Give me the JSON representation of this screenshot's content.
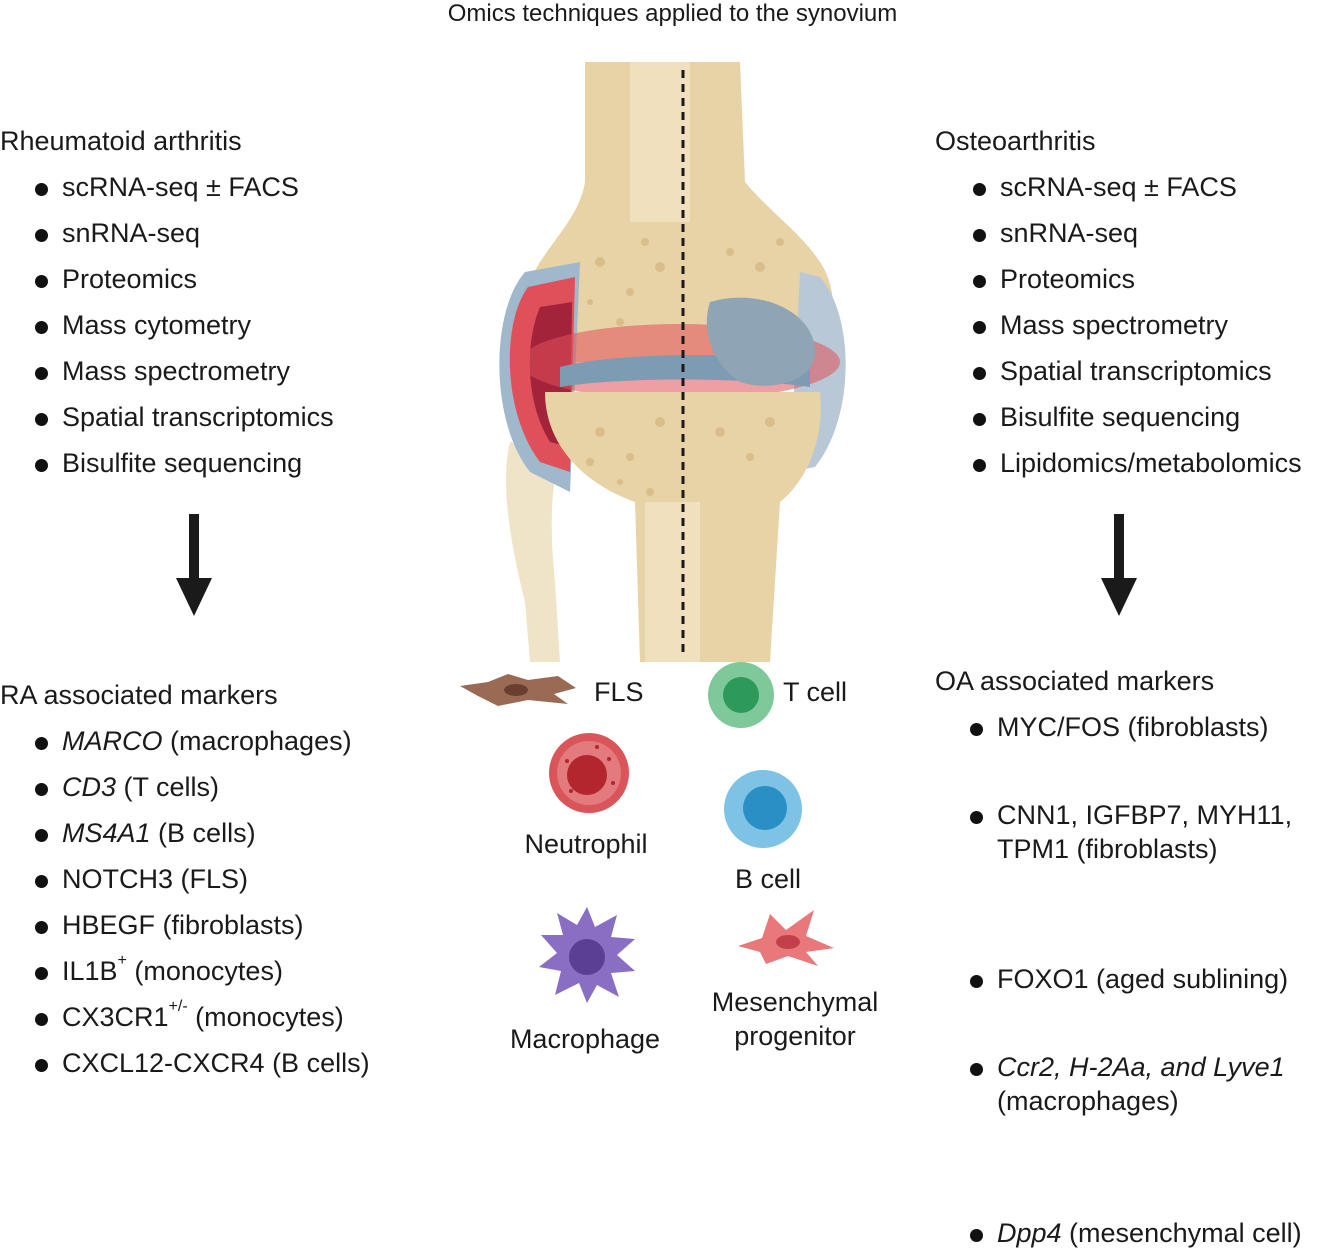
{
  "title": "Omics techniques applied to the synovium",
  "ra": {
    "heading": "Rheumatoid arthritis",
    "techniques": [
      "scRNA-seq ± FACS",
      "snRNA-seq",
      "Proteomics",
      "Mass cytometry",
      "Mass spectrometry",
      "Spatial transcriptomics",
      "Bisulfite sequencing"
    ],
    "markers_heading": "RA associated markers",
    "markers": [
      {
        "gene": "MARCO",
        "rest": " (macrophages)"
      },
      {
        "gene": "CD3",
        "rest": " (T cells)"
      },
      {
        "gene": "MS4A1",
        "rest": " (B cells)"
      },
      {
        "plain": "NOTCH3 (FLS)"
      },
      {
        "plain": "HBEGF (fibroblasts)"
      },
      {
        "pre": "IL1B",
        "sup": "+",
        "post": " (monocytes)"
      },
      {
        "pre": "CX3CR1",
        "sup": "+/-",
        "post": " (monocytes)"
      },
      {
        "plain": "CXCL12-CXCR4 (B cells)"
      }
    ]
  },
  "oa": {
    "heading": "Osteoarthritis",
    "techniques": [
      "scRNA-seq ± FACS",
      "snRNA-seq",
      "Proteomics",
      "Mass spectrometry",
      "Spatial transcriptomics",
      "Bisulfite sequencing",
      "Lipidomics/metabolomics"
    ],
    "markers_heading": "OA associated markers",
    "markers": [
      {
        "line1": "MYC/FOS (fibroblasts)"
      },
      {
        "line1": "CNN1, IGFBP7, MYH11,",
        "line2": "TPM1 (fibroblasts)"
      },
      {
        "line1": "FOXO1 (aged sublining)"
      },
      {
        "line1_it": "Ccr2, H-2Aa, and Lyve1",
        "line2": "(macrophages)"
      },
      {
        "gene": "Dpp4",
        "rest": " (mesenchymal cell)"
      }
    ]
  },
  "cells": {
    "fls": "FLS",
    "t_cell": "T cell",
    "neutrophil": "Neutrophil",
    "b_cell": "B cell",
    "macrophage": "Macrophage",
    "mesenchymal_1": "Mesenchymal",
    "mesenchymal_2": "progenitor"
  },
  "colors": {
    "bone": "#e8d3a6",
    "inflammation": "#e0505a",
    "synovium": "#9fb8cc",
    "t_cell": "#2e9a5a",
    "b_cell": "#2a8fc4",
    "neutrophil": "#c8363c",
    "macrophage": "#8a6ec4",
    "mesenchymal": "#e8787a",
    "fls": "#9b6a55",
    "arrow": "#1a1a1a"
  }
}
